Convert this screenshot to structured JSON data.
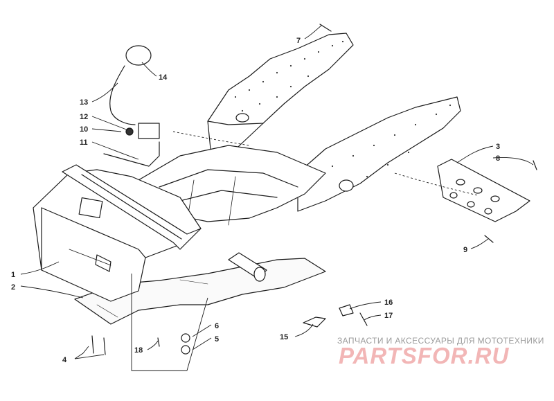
{
  "callouts": [
    {
      "id": "c1",
      "label": "1"
    },
    {
      "id": "c2",
      "label": "2"
    },
    {
      "id": "c3",
      "label": "3"
    },
    {
      "id": "c4",
      "label": "4"
    },
    {
      "id": "c5",
      "label": "5"
    },
    {
      "id": "c6",
      "label": "6"
    },
    {
      "id": "c7",
      "label": "7"
    },
    {
      "id": "c8",
      "label": "8"
    },
    {
      "id": "c9",
      "label": "9"
    },
    {
      "id": "c10",
      "label": "10"
    },
    {
      "id": "c11",
      "label": "11"
    },
    {
      "id": "c12",
      "label": "12"
    },
    {
      "id": "c13",
      "label": "13"
    },
    {
      "id": "c14",
      "label": "14"
    },
    {
      "id": "c15",
      "label": "15"
    },
    {
      "id": "c16",
      "label": "16"
    },
    {
      "id": "c17",
      "label": "17"
    },
    {
      "id": "c18",
      "label": "18"
    }
  ],
  "watermark": {
    "tagline": "ЗАПЧАСТИ И АКСЕССУАРЫ ДЛЯ МОТОТЕХНИКИ",
    "logo": "PARTSFOR.RU"
  }
}
